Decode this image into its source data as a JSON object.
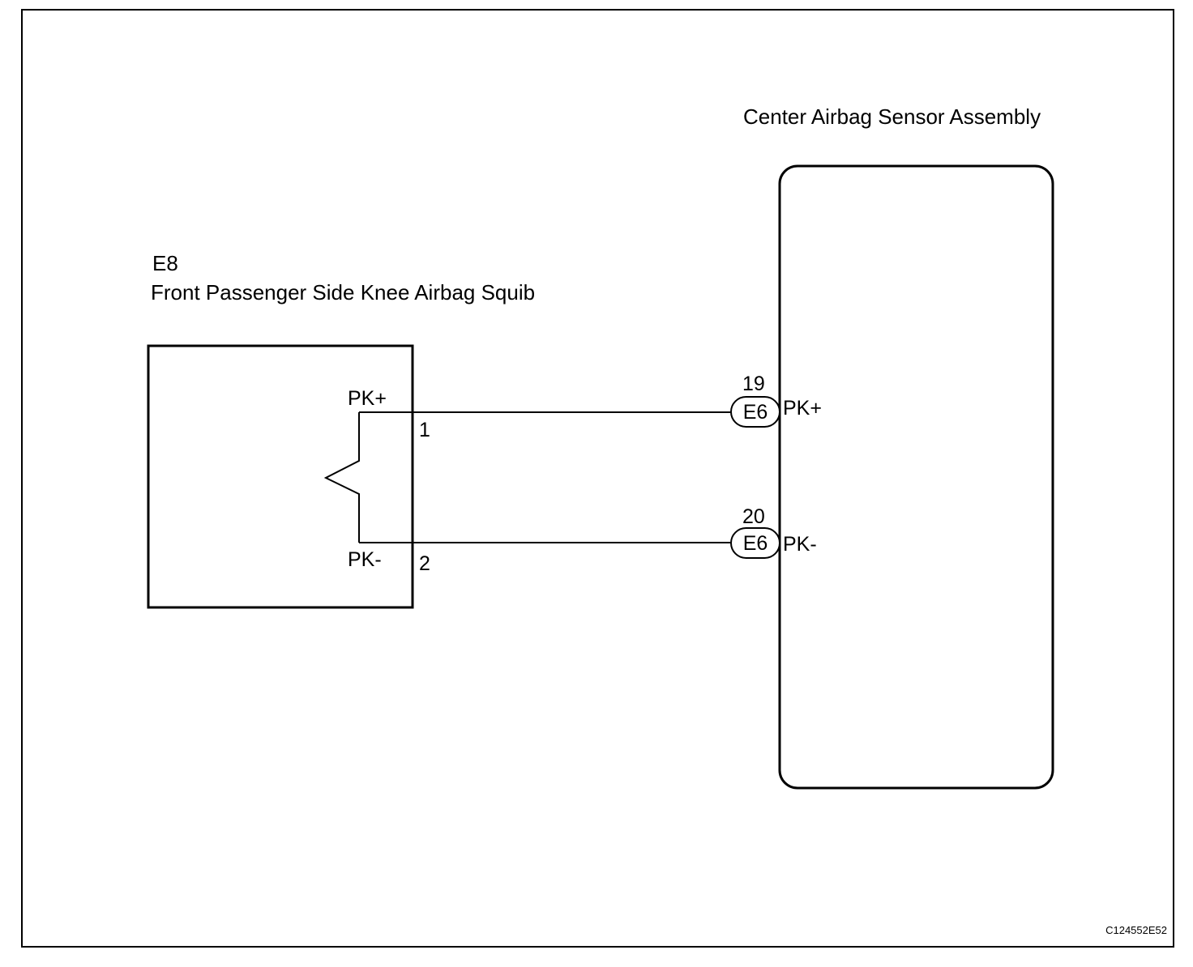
{
  "figure_code": "C124552E52",
  "components": {
    "squib": {
      "code": "E8",
      "name": "Front Passenger Side Knee Airbag Squib",
      "pins": [
        {
          "signal": "PK+",
          "number": "1"
        },
        {
          "signal": "PK-",
          "number": "2"
        }
      ]
    },
    "sensor": {
      "name": "Center Airbag Sensor Assembly",
      "pins": [
        {
          "signal": "PK+",
          "number": "19",
          "connector": "E6"
        },
        {
          "signal": "PK-",
          "number": "20",
          "connector": "E6"
        }
      ]
    }
  },
  "colors": {
    "line": "#000000",
    "background": "#ffffff"
  }
}
